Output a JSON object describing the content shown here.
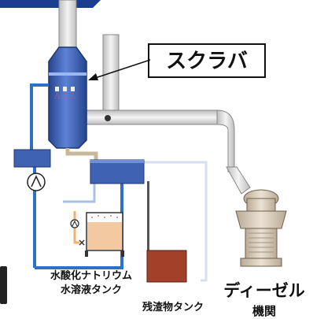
{
  "labels": {
    "scrubber": "スクラバ",
    "naoh_tank_line1": "水酸化ナトリウム",
    "naoh_tank_line2": "水溶液タンク",
    "residue_tank": "残渣物タンク",
    "diesel_line1": "ディーゼル",
    "diesel_line2": "機関"
  },
  "colors": {
    "scrubber_body": "#3d5fb4",
    "exhaust_pipe": "#d9d9d9",
    "water_line": "#2f6fc4",
    "light_water_line": "#a9c3e6",
    "drain_line": "#c8b89a",
    "residue_tank": "#a2402a",
    "naoh_liquid": "#f2c9a0",
    "engine": "#d8c9b6",
    "separator_box": "#3f62b3",
    "top_bar": "#1a3d8f"
  }
}
